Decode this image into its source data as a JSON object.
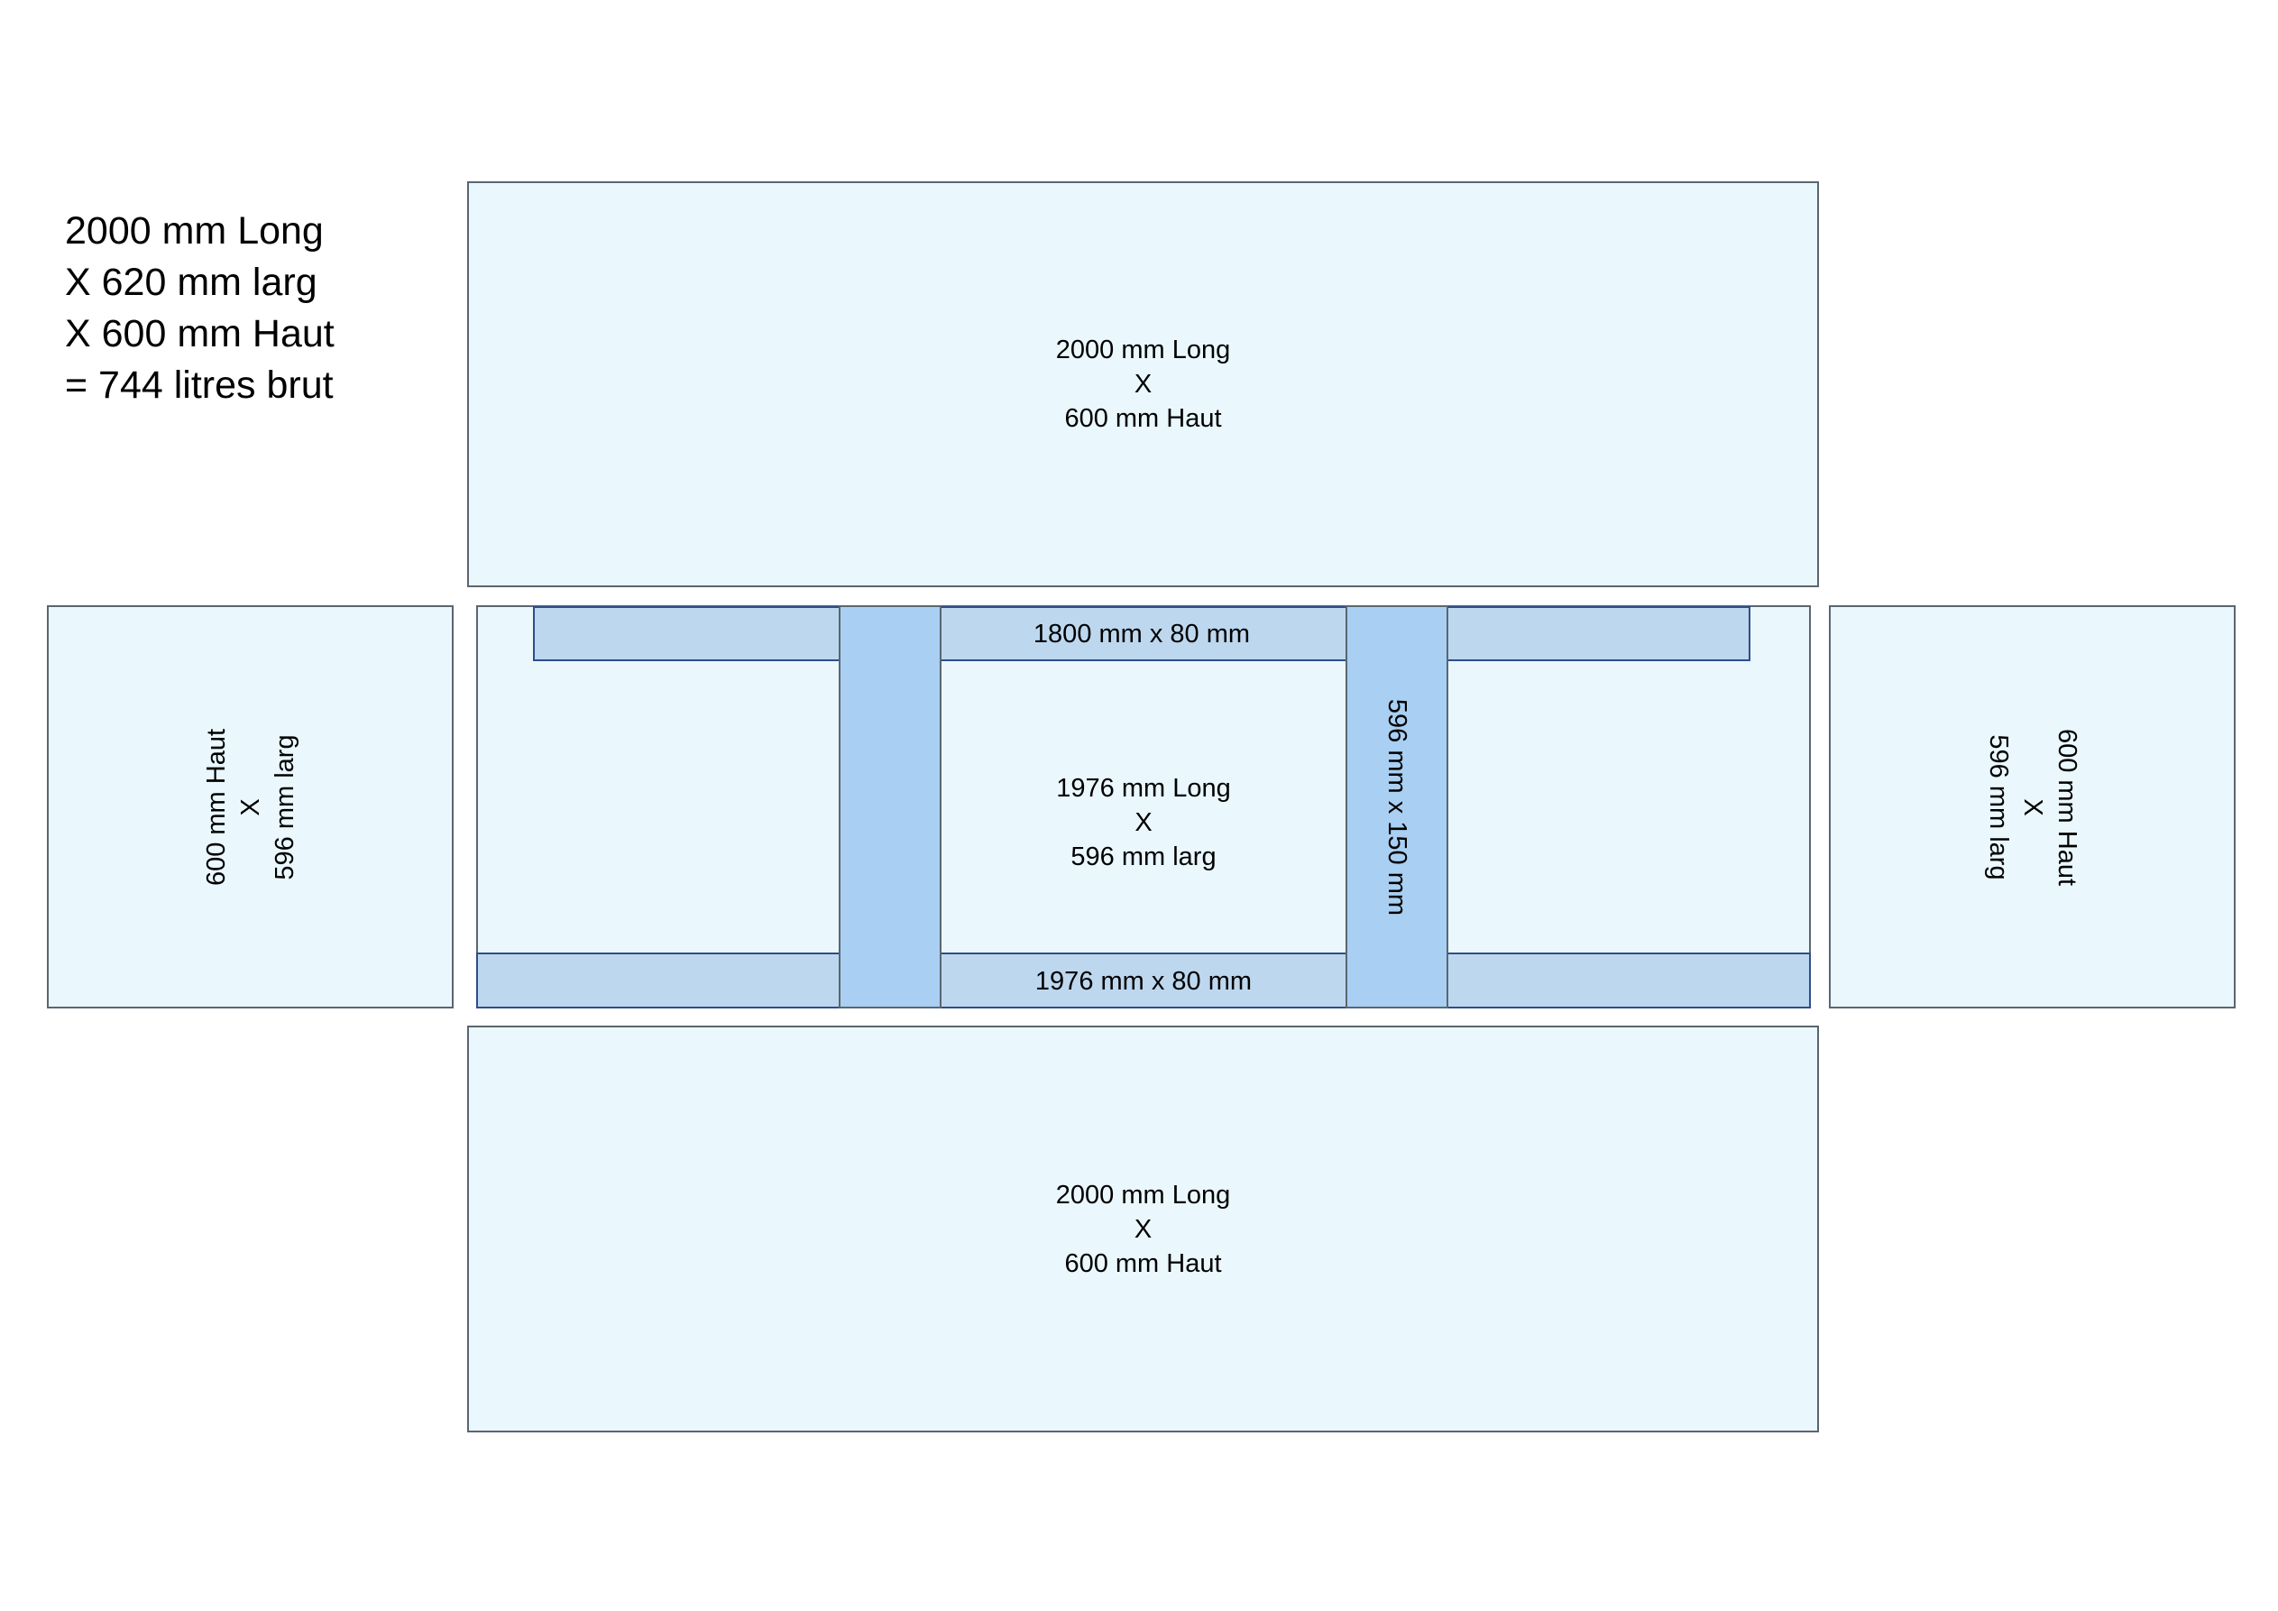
{
  "summary": {
    "line1": "2000 mm Long",
    "line2": "X 620 mm larg",
    "line3": "X 600 mm Haut",
    "line4": "= 744 litres brut"
  },
  "top_panel": {
    "line1": "2000 mm Long",
    "line2": "X",
    "line3": "600 mm Haut"
  },
  "bottom_panel": {
    "line1": "2000 mm Long",
    "line2": "X",
    "line3": "600 mm Haut"
  },
  "left_panel": {
    "line1": "600 mm Haut",
    "line2": "X",
    "line3": "596 mm larg"
  },
  "right_panel": {
    "line1": "600 mm Haut",
    "line2": "X",
    "line3": "596 mm larg"
  },
  "center_panel": {
    "line1": "1976 mm Long",
    "line2": "X",
    "line3": "596 mm larg"
  },
  "top_rail": {
    "label": "1800 mm x 80 mm"
  },
  "bottom_rail": {
    "label": "1976 mm x 80 mm"
  },
  "post": {
    "label": "596 mm x 150 mm"
  },
  "colors": {
    "panel_fill": "#eaf7fd",
    "panel_border": "#5a6670",
    "rail_fill": "#bdd7ee",
    "rail_border": "#2f4d8a",
    "post_fill": "#a9cff2"
  }
}
